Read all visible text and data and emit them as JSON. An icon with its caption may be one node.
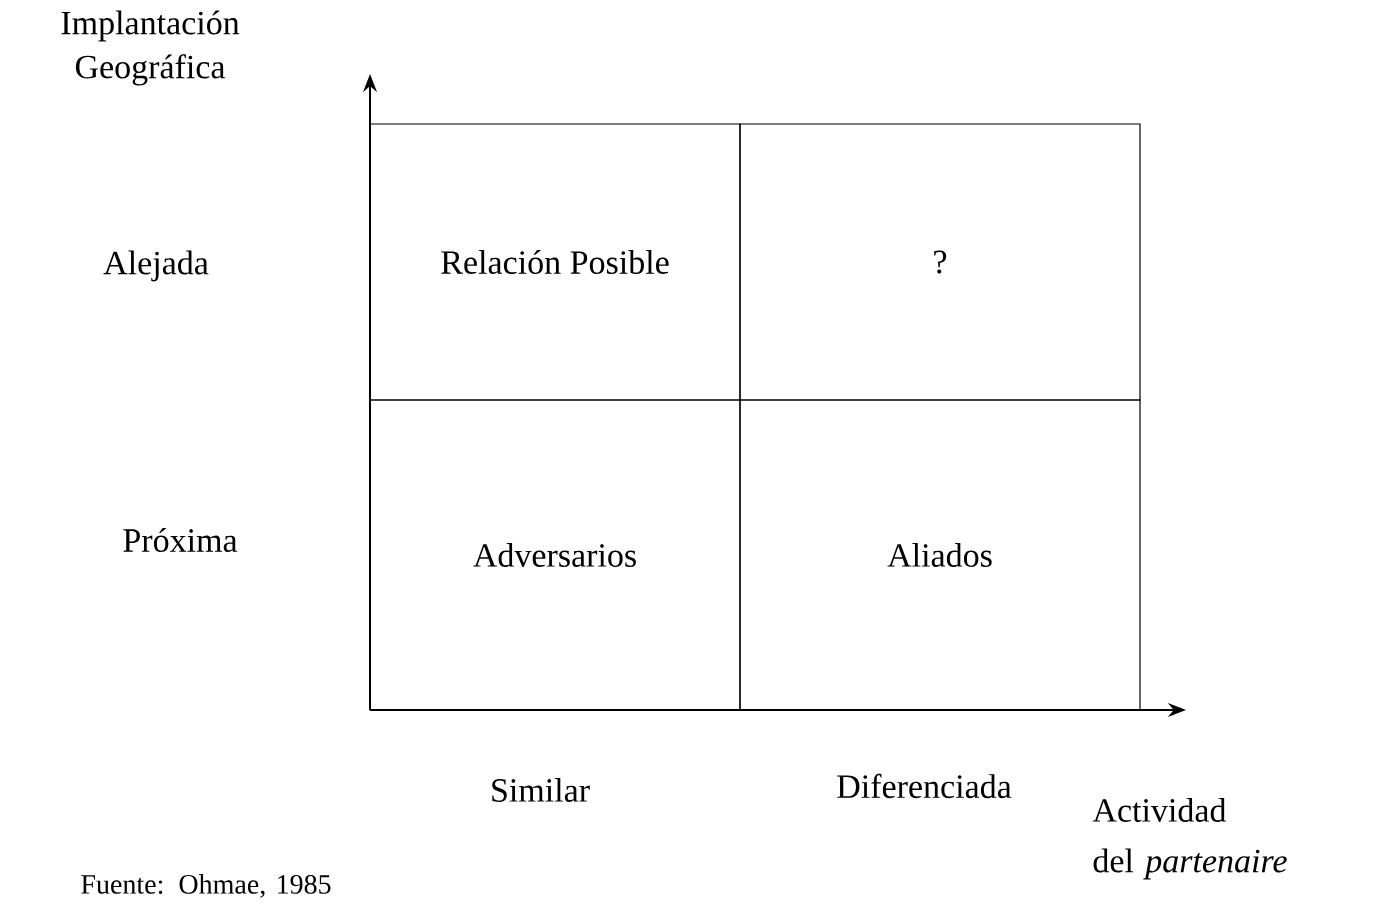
{
  "diagram": {
    "nodes": [
      {
        "text": [
          "Relación Posible"
        ]
      },
      {
        "text": [
          "?"
        ]
      },
      {
        "text": [
          "Adversarios"
        ]
      },
      {
        "text": [
          "Aliados"
        ]
      }
    ],
    "labels": [
      "Implantación Geográfica",
      "Alejada",
      "Próxima",
      "Similar",
      "Diferenciada",
      "Actividad",
      "del *partenaire*",
      "Fuente: Ohmae, 1985"
    ]
  }
}
